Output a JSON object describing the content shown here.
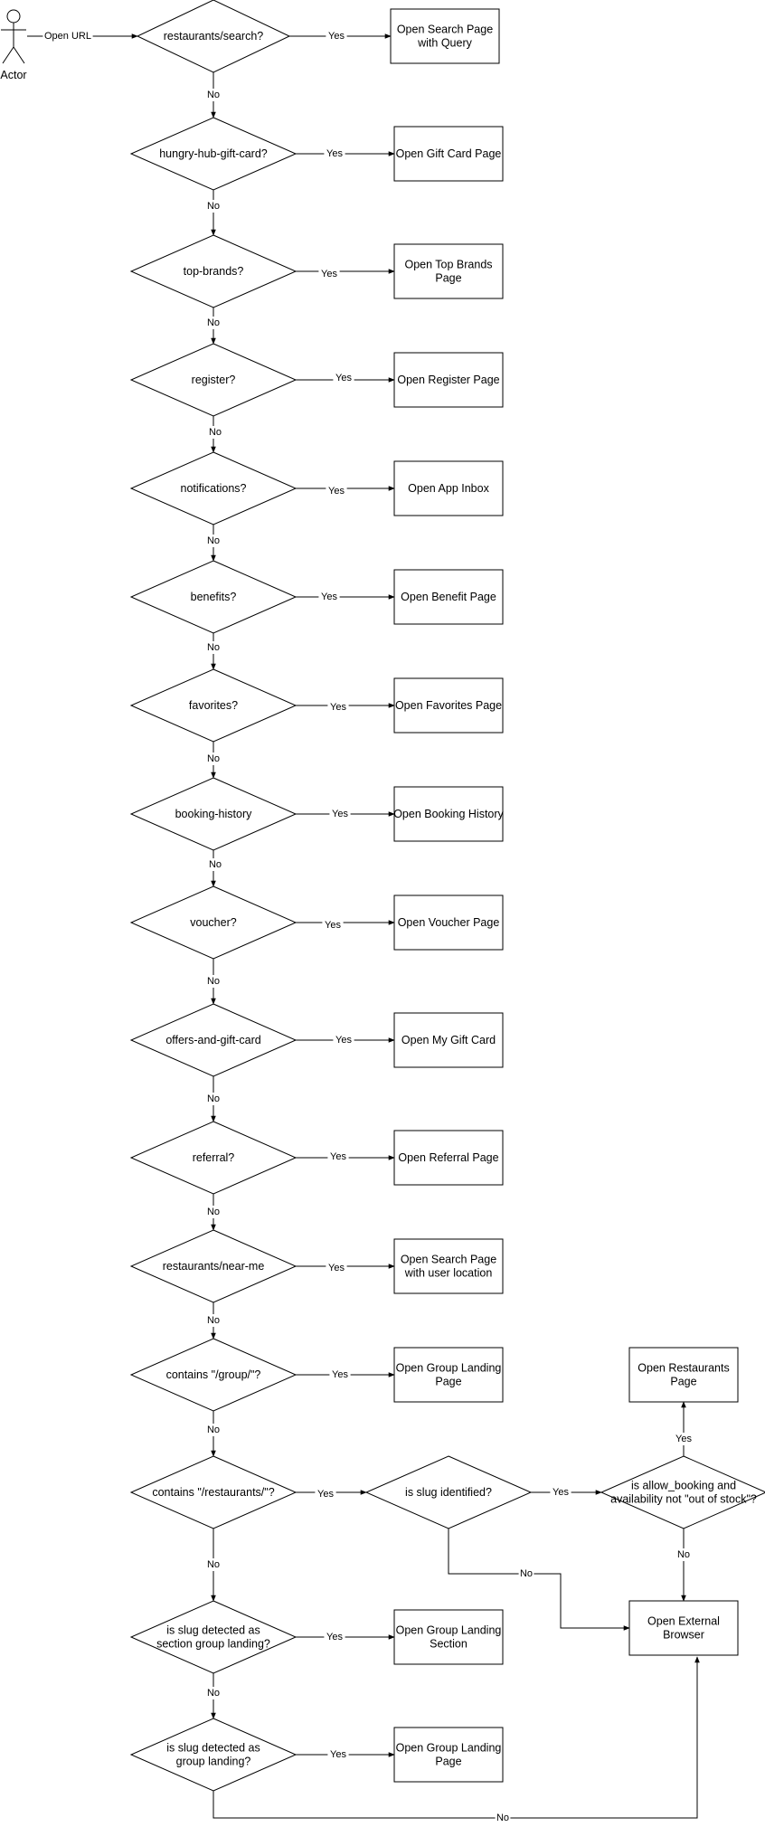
{
  "actor": {
    "label": "Actor"
  },
  "decisions": [
    {
      "id": "d1",
      "label": "restaurants/search?"
    },
    {
      "id": "d2",
      "label": "hungry-hub-gift-card?"
    },
    {
      "id": "d3",
      "label": "top-brands?"
    },
    {
      "id": "d4",
      "label": "register?"
    },
    {
      "id": "d5",
      "label": "notifications?"
    },
    {
      "id": "d6",
      "label": "benefits?"
    },
    {
      "id": "d7",
      "label": "favorites?"
    },
    {
      "id": "d8",
      "label": "booking-history"
    },
    {
      "id": "d9",
      "label": "voucher?"
    },
    {
      "id": "d10",
      "label": "offers-and-gift-card"
    },
    {
      "id": "d11",
      "label": "referral?"
    },
    {
      "id": "d12",
      "label": "restaurants/near-me"
    },
    {
      "id": "d13",
      "label": "contains \"/group/\"?"
    },
    {
      "id": "d14",
      "label": "contains \"/restaurants/\"?"
    },
    {
      "id": "d15",
      "label": "is slug identified?"
    },
    {
      "id": "d16",
      "label": "is allow_booking and\navailability not \"out of stock\"?"
    },
    {
      "id": "d17",
      "label": "is slug detected as\nsection group landing?"
    },
    {
      "id": "d18",
      "label": "is slug detected as\ngroup landing?"
    }
  ],
  "processes": [
    {
      "id": "p1",
      "label": "Open Search Page\nwith Query"
    },
    {
      "id": "p2",
      "label": "Open Gift Card Page"
    },
    {
      "id": "p3",
      "label": "Open Top Brands\nPage"
    },
    {
      "id": "p4",
      "label": "Open Register Page"
    },
    {
      "id": "p5",
      "label": "Open App Inbox"
    },
    {
      "id": "p6",
      "label": "Open Benefit Page"
    },
    {
      "id": "p7",
      "label": "Open Favorites Page"
    },
    {
      "id": "p8",
      "label": "Open Booking History"
    },
    {
      "id": "p9",
      "label": "Open Voucher Page"
    },
    {
      "id": "p10",
      "label": "Open My Gift Card"
    },
    {
      "id": "p11",
      "label": "Open Referral Page"
    },
    {
      "id": "p12",
      "label": "Open Search Page\nwith user location"
    },
    {
      "id": "p13",
      "label": "Open Group Landing\nPage"
    },
    {
      "id": "p14",
      "label": "Open Restaurants\nPage"
    },
    {
      "id": "p15",
      "label": "Open External\nBrowser"
    },
    {
      "id": "p16",
      "label": "Open Group Landing\nSection"
    },
    {
      "id": "p17",
      "label": "Open Group Landing\nPage"
    }
  ],
  "edges": [
    {
      "id": "e-actor",
      "from": "actor",
      "to": "d1",
      "label": "Open URL"
    },
    {
      "id": "e1y",
      "from": "d1",
      "to": "p1",
      "label": "Yes"
    },
    {
      "id": "e1n",
      "from": "d1",
      "to": "d2",
      "label": "No"
    },
    {
      "id": "e2y",
      "from": "d2",
      "to": "p2",
      "label": "Yes"
    },
    {
      "id": "e2n",
      "from": "d2",
      "to": "d3",
      "label": "No"
    },
    {
      "id": "e3y",
      "from": "d3",
      "to": "p3",
      "label": "Yes"
    },
    {
      "id": "e3n",
      "from": "d3",
      "to": "d4",
      "label": "No"
    },
    {
      "id": "e4y",
      "from": "d4",
      "to": "p4",
      "label": "Yes"
    },
    {
      "id": "e4n",
      "from": "d4",
      "to": "d5",
      "label": "No"
    },
    {
      "id": "e5y",
      "from": "d5",
      "to": "p5",
      "label": "Yes"
    },
    {
      "id": "e5n",
      "from": "d5",
      "to": "d6",
      "label": "No"
    },
    {
      "id": "e6y",
      "from": "d6",
      "to": "p6",
      "label": "Yes"
    },
    {
      "id": "e6n",
      "from": "d6",
      "to": "d7",
      "label": "No"
    },
    {
      "id": "e7y",
      "from": "d7",
      "to": "p7",
      "label": "Yes"
    },
    {
      "id": "e7n",
      "from": "d7",
      "to": "d8",
      "label": "No"
    },
    {
      "id": "e8y",
      "from": "d8",
      "to": "p8",
      "label": "Yes"
    },
    {
      "id": "e8n",
      "from": "d8",
      "to": "d9",
      "label": "No"
    },
    {
      "id": "e9y",
      "from": "d9",
      "to": "p9",
      "label": "Yes"
    },
    {
      "id": "e9n",
      "from": "d9",
      "to": "d10",
      "label": "No"
    },
    {
      "id": "e10y",
      "from": "d10",
      "to": "p10",
      "label": "Yes"
    },
    {
      "id": "e10n",
      "from": "d10",
      "to": "d11",
      "label": "No"
    },
    {
      "id": "e11y",
      "from": "d11",
      "to": "p11",
      "label": "Yes"
    },
    {
      "id": "e11n",
      "from": "d11",
      "to": "d12",
      "label": "No"
    },
    {
      "id": "e12y",
      "from": "d12",
      "to": "p12",
      "label": "Yes"
    },
    {
      "id": "e12n",
      "from": "d12",
      "to": "d13",
      "label": "No"
    },
    {
      "id": "e13y",
      "from": "d13",
      "to": "p13",
      "label": "Yes"
    },
    {
      "id": "e13n",
      "from": "d13",
      "to": "d14",
      "label": "No"
    },
    {
      "id": "e14y",
      "from": "d14",
      "to": "d15",
      "label": "Yes"
    },
    {
      "id": "e14n",
      "from": "d14",
      "to": "d17",
      "label": "No"
    },
    {
      "id": "e15y",
      "from": "d15",
      "to": "d16",
      "label": "Yes"
    },
    {
      "id": "e15n",
      "from": "d15",
      "to": "p15",
      "label": "No"
    },
    {
      "id": "e16y",
      "from": "d16",
      "to": "p14",
      "label": "Yes"
    },
    {
      "id": "e16n",
      "from": "d16",
      "to": "p15",
      "label": "No"
    },
    {
      "id": "e17y",
      "from": "d17",
      "to": "p16",
      "label": "Yes"
    },
    {
      "id": "e17n",
      "from": "d17",
      "to": "d18",
      "label": "No"
    },
    {
      "id": "e18y",
      "from": "d18",
      "to": "p17",
      "label": "Yes"
    },
    {
      "id": "e18n",
      "from": "d18",
      "to": "p15",
      "label": "No"
    }
  ]
}
